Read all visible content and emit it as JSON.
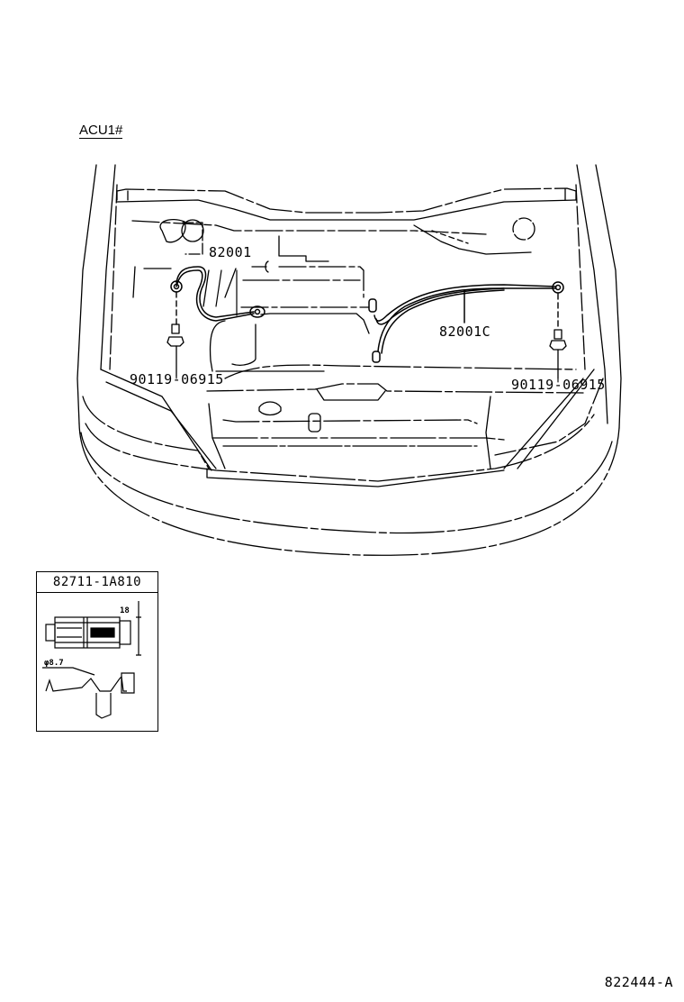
{
  "diagram": {
    "model_code": "ACU1#",
    "view": "engine compartment, front view (hood open)",
    "callouts": [
      {
        "id": "82001",
        "label": "82001",
        "description": "engine wire (left)"
      },
      {
        "id": "82001C",
        "label": "82001C",
        "description": "engine wire (right)"
      },
      {
        "id": "bolt-left",
        "label": "90119-06915",
        "description": "bolt, left side"
      },
      {
        "id": "bolt-right",
        "label": "90119-06915",
        "description": "bolt, right side"
      }
    ],
    "inset": {
      "part_number": "82711-1A810",
      "dimension_height": "18",
      "dimension_diameter": "φ8.7"
    },
    "illustration_code": "822444-A"
  },
  "colors": {
    "line": "#000000",
    "background": "#ffffff"
  }
}
